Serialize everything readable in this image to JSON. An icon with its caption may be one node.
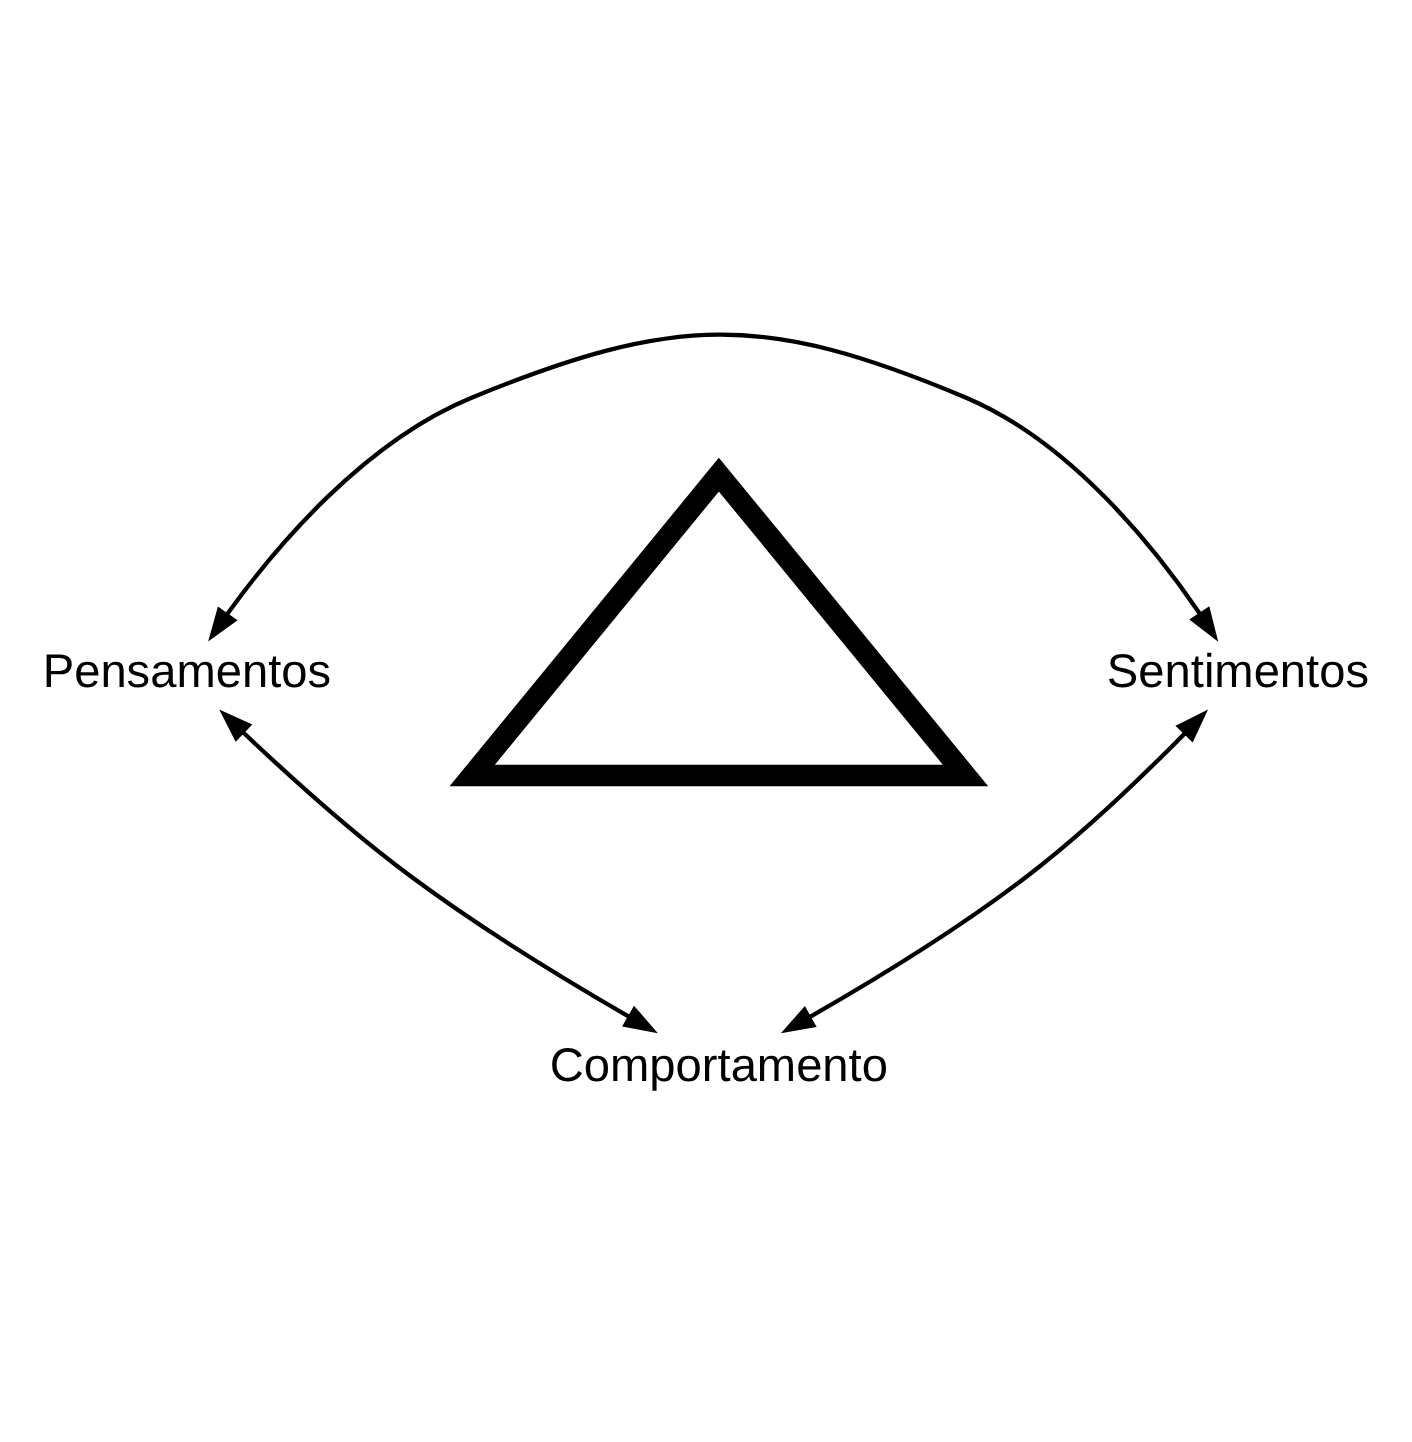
{
  "diagram": {
    "nodes": [
      {
        "text": [],
        "shape": "triangle"
      },
      {
        "text": [
          "Pensamentos"
        ]
      },
      {
        "text": [
          "Sentimentos"
        ]
      },
      {
        "text": [
          "Comportamento"
        ]
      }
    ],
    "edges": [
      {
        "from": 1,
        "to": 2,
        "arrow": "both"
      },
      {
        "from": 2,
        "to": 3,
        "arrow": "both"
      },
      {
        "from": 1,
        "to": 3,
        "arrow": "both"
      }
    ]
  }
}
